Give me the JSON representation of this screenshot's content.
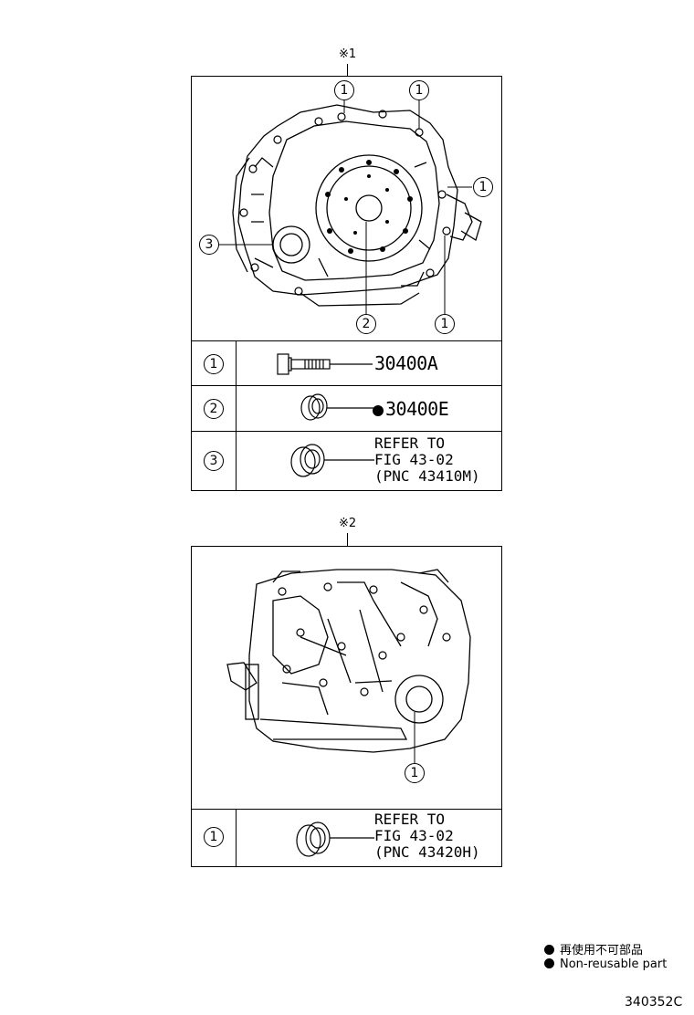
{
  "diagram_1": {
    "marker": "※1",
    "callouts": [
      "1",
      "1",
      "1",
      "3",
      "2",
      "1"
    ],
    "table": [
      {
        "num": "1",
        "code": "30400A"
      },
      {
        "num": "2",
        "code": "30400E",
        "non_reusable": true
      },
      {
        "num": "3",
        "ref_lines": [
          "REFER TO",
          "FIG 43-02",
          "(PNC 43410M)"
        ]
      }
    ]
  },
  "diagram_2": {
    "marker": "※2",
    "callouts": [
      "1"
    ],
    "table": [
      {
        "num": "1",
        "ref_lines": [
          "REFER TO",
          "FIG 43-02",
          "(PNC 43420H)"
        ]
      }
    ]
  },
  "legend": {
    "ja": "再使用不可部品",
    "en": "Non-reusable part"
  },
  "figure_code": "340352C"
}
